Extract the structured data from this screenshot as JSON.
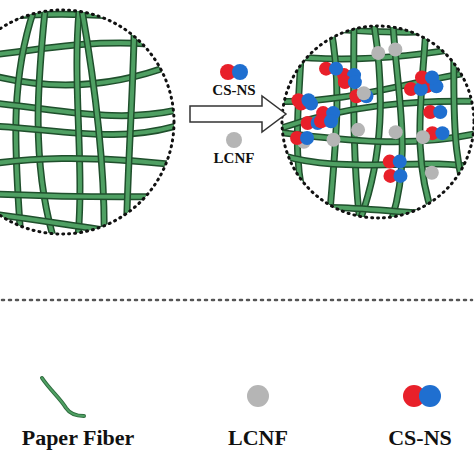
{
  "diagram": {
    "labels": [
      "CS-NS",
      "LCNF"
    ],
    "legend": [
      {
        "text": "Paper Fiber"
      },
      {
        "text": "LCNF",
        "color": "#b5b5b5"
      },
      {
        "text": "CS-NS"
      }
    ]
  }
}
